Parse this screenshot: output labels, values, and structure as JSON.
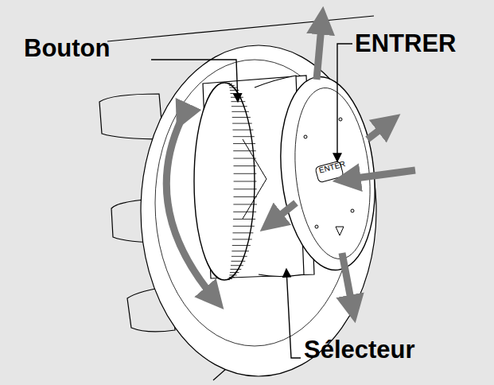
{
  "diagram": {
    "labels": [
      "Bouton",
      "ENTRER",
      "ENTER",
      "Sélecteur"
    ]
  }
}
